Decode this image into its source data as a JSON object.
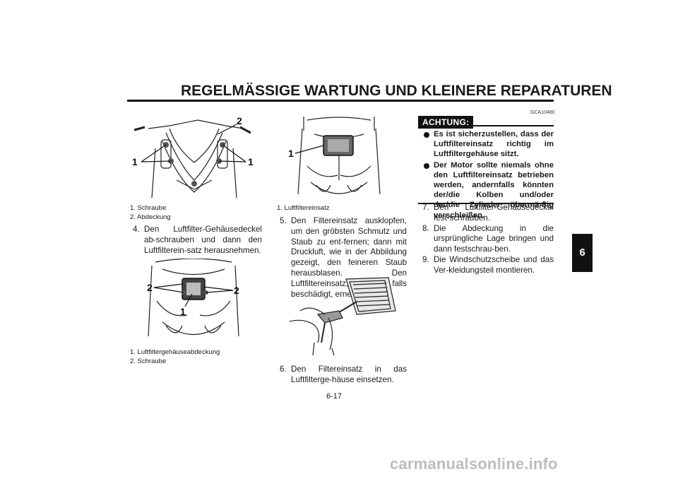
{
  "header": {
    "title": "REGELMÄSSIGE WARTUNG UND KLEINERE REPARATUREN",
    "chapter_tab": "6"
  },
  "fig1": {
    "callouts": [
      "2",
      "1",
      "1"
    ],
    "captions": [
      "1. Schraube",
      "2. Abdeckung"
    ]
  },
  "fig2": {
    "callouts": [
      "2",
      "2",
      "1"
    ],
    "captions": [
      "1. Luftfiltergehäuseabdeckung",
      "2. Schraube"
    ]
  },
  "fig3": {
    "callouts": [
      "1"
    ],
    "captions": [
      "1. Luftfiltereinsatz"
    ]
  },
  "steps": {
    "s4": {
      "num": "4.",
      "text": "Den Luftfilter-Gehäusedeckel ab-schrauben und dann den Luftfilterein-satz herausnehmen."
    },
    "s5": {
      "num": "5.",
      "text": "Den Filtereinsatz ausklopfen, um den gröbsten Schmutz und Staub zu ent-fernen; dann mit Druckluft, wie in der Abbildung gezeigt, den feineren Staub herausblasen. Den Luftfiltereinsatz, falls beschädigt, erneuern."
    },
    "s6": {
      "num": "6.",
      "text": "Den Filtereinsatz in das Luftfilterge-häuse einsetzen."
    },
    "s7": {
      "num": "7.",
      "text": "Den Luftfilter-Gehäusedeckel fest-schrauben."
    },
    "s8": {
      "num": "8.",
      "text": "Die Abdeckung in die ursprüngliche Lage bringen und dann festschrau-ben."
    },
    "s9": {
      "num": "9.",
      "text": "Die Windschutzscheibe und das Ver-kleidungsteil montieren."
    }
  },
  "caution": {
    "code": "GCA10480",
    "label": "ACHTUNG:",
    "items": [
      "Es ist sicherzustellen, dass der Luftfiltereinsatz richtig im Luftfiltergehäuse sitzt.",
      "Der Motor sollte niemals ohne den Luftfiltereinsatz betrieben werden, andernfalls könnten der/die Kolben und/oder der/die Zylinder übermä-ßig verschleißen."
    ]
  },
  "footer": {
    "page_number": "6-17",
    "watermark": "carmanualsonline.info"
  }
}
